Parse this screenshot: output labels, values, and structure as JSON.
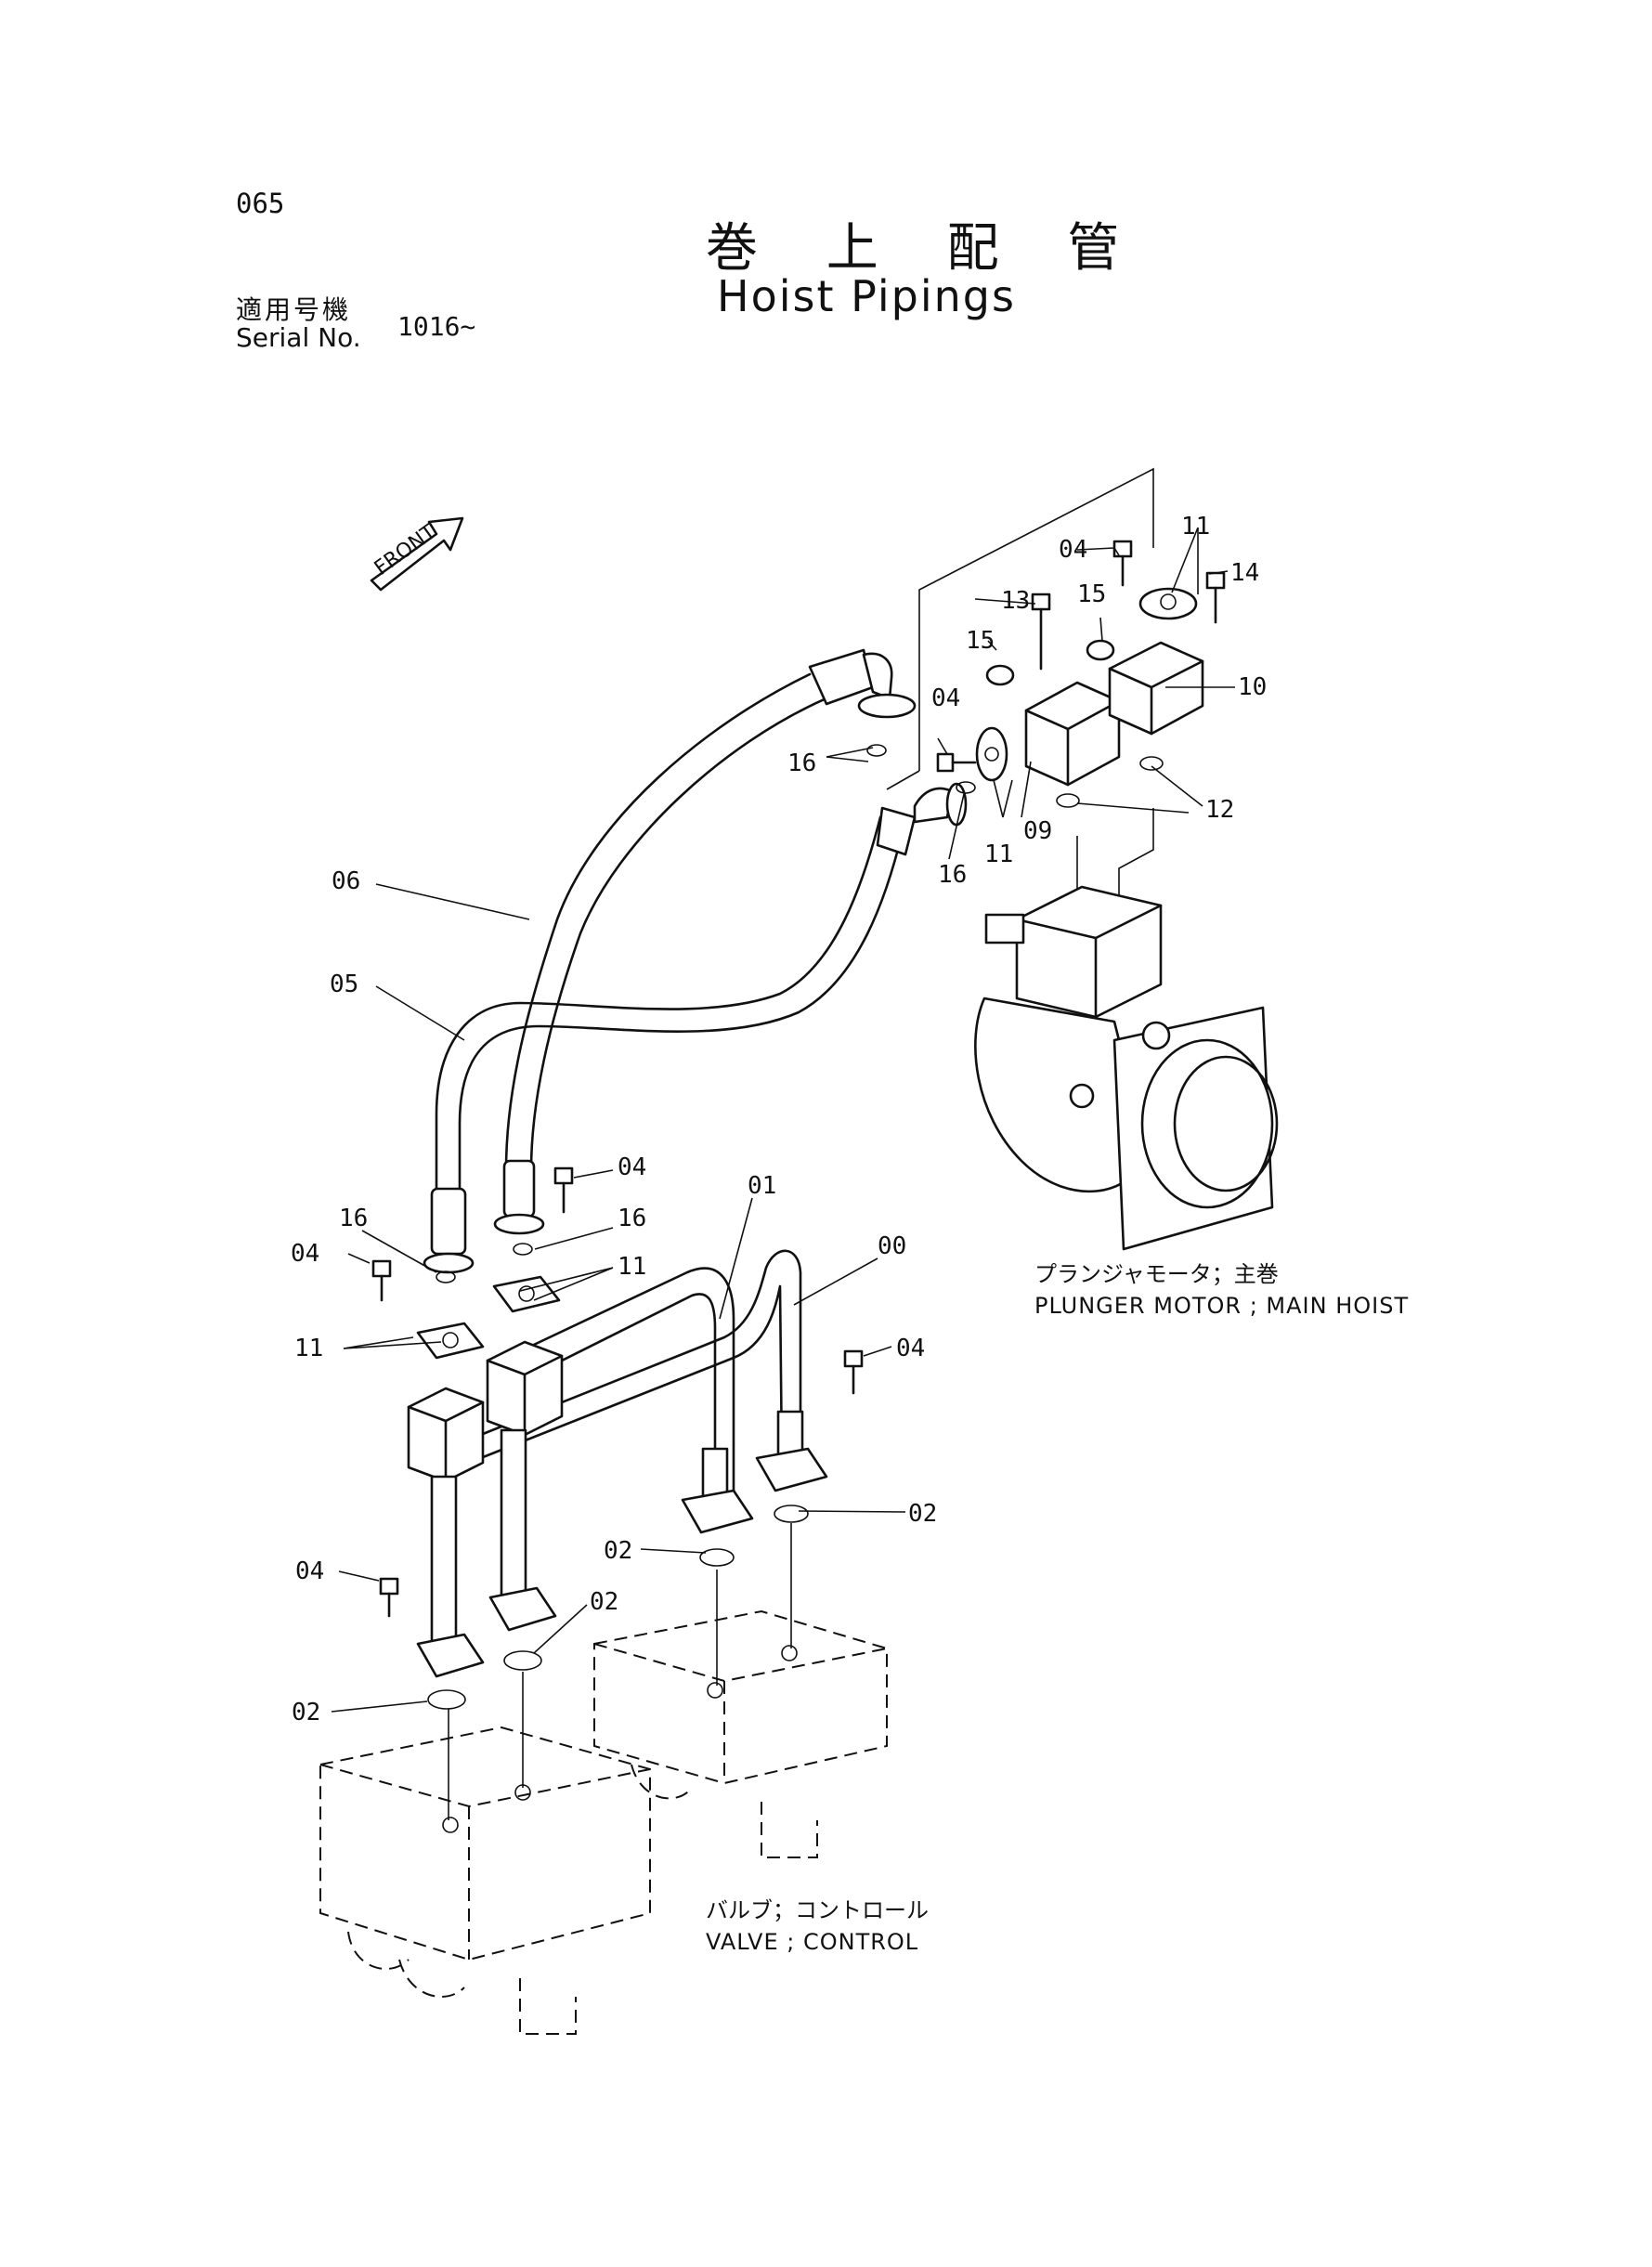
{
  "page_number": "065",
  "title_jp": "巻 上 配 管",
  "title_en": "Hoist Pipings",
  "serial": {
    "label_jp": "適用号機",
    "label_en": "Serial No.",
    "value": "1016~"
  },
  "front_label": "FRONT",
  "components": {
    "motor_jp": "プランジャモータ；主巻",
    "motor_en": "PLUNGER MOTOR ; MAIN HOIST",
    "valve_jp": "バルブ；コントロール",
    "valve_en": "VALVE ; CONTROL"
  },
  "part_labels": [
    {
      "id": "p00",
      "text": "00"
    },
    {
      "id": "p01",
      "text": "01"
    },
    {
      "id": "p02a",
      "text": "02"
    },
    {
      "id": "p02b",
      "text": "02"
    },
    {
      "id": "p02c",
      "text": "02"
    },
    {
      "id": "p02d",
      "text": "02"
    },
    {
      "id": "p04a",
      "text": "04"
    },
    {
      "id": "p04b",
      "text": "04"
    },
    {
      "id": "p04c",
      "text": "04"
    },
    {
      "id": "p04d",
      "text": "04"
    },
    {
      "id": "p04e",
      "text": "04"
    },
    {
      "id": "p04f",
      "text": "04"
    },
    {
      "id": "p05",
      "text": "05"
    },
    {
      "id": "p06",
      "text": "06"
    },
    {
      "id": "p09",
      "text": "09"
    },
    {
      "id": "p10",
      "text": "10"
    },
    {
      "id": "p11a",
      "text": "11"
    },
    {
      "id": "p11b",
      "text": "11"
    },
    {
      "id": "p11c",
      "text": "11"
    },
    {
      "id": "p11d",
      "text": "11"
    },
    {
      "id": "p12",
      "text": "12"
    },
    {
      "id": "p13",
      "text": "13"
    },
    {
      "id": "p14",
      "text": "14"
    },
    {
      "id": "p15a",
      "text": "15"
    },
    {
      "id": "p15b",
      "text": "15"
    },
    {
      "id": "p16a",
      "text": "16"
    },
    {
      "id": "p16b",
      "text": "16"
    },
    {
      "id": "p16c",
      "text": "16"
    },
    {
      "id": "p16d",
      "text": "16"
    }
  ]
}
